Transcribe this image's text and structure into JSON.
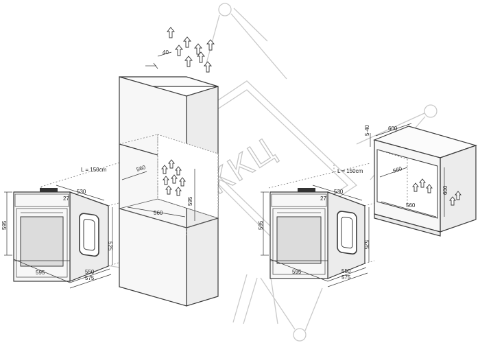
{
  "diagram": {
    "left_oven": {
      "height": "595",
      "width": "595",
      "depth_top": "530",
      "gap": "27",
      "side_depth": "525",
      "depth_bottom_1": "550",
      "depth_bottom_2": "575",
      "cable": "L = 150cm"
    },
    "tall_cabinet": {
      "vent_gap": "40",
      "niche_depth": "560",
      "niche_width": "560",
      "niche_height": "595"
    },
    "right_oven": {
      "height": "595",
      "width": "595",
      "depth_top": "530",
      "gap": "27",
      "side_depth": "525",
      "depth_bottom_1": "550",
      "depth_bottom_2": "575",
      "cable": "L = 150cm"
    },
    "undercounter": {
      "top_gap": "5-40",
      "top_depth": "600",
      "niche_depth": "560",
      "niche_width": "560",
      "niche_height": "600"
    }
  },
  "watermark": {
    "text": "ККЦ",
    "logo": "kkc-logo"
  },
  "colors": {
    "line": "#3a3a3a",
    "watermark": "#c9c9c9"
  }
}
